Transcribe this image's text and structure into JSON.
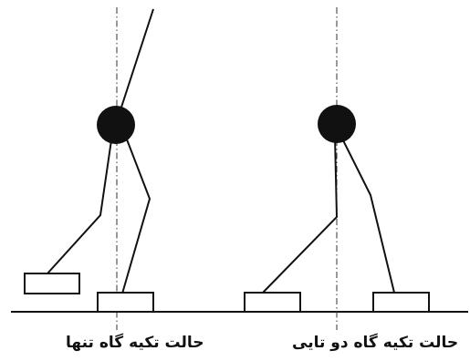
{
  "figure": {
    "panels": [
      {
        "id": "single-support",
        "caption": "حالت تکیه گاه تنها"
      },
      {
        "id": "double-support",
        "caption": "حالت تکیه گاه دو تایی"
      }
    ]
  },
  "colors": {
    "line": "#111111",
    "hip": "#111111",
    "foot_fill": "#ffffff",
    "background": "#ffffff"
  }
}
